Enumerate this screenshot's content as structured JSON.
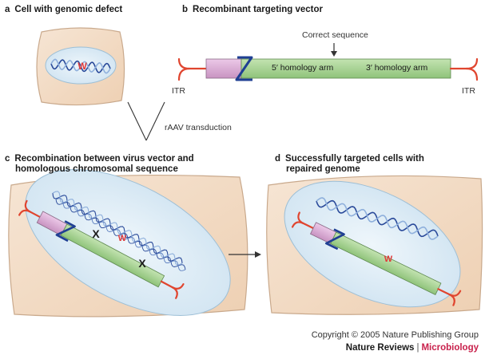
{
  "panels": {
    "a": {
      "letter": "a",
      "title": "Cell with genomic defect"
    },
    "b": {
      "letter": "b",
      "title": "Recombinant targeting vector"
    },
    "c": {
      "letter": "c",
      "title_line1": "Recombination between virus vector and",
      "title_line2": "homologous chromosomal sequence"
    },
    "d": {
      "letter": "d",
      "title_line1": "Successfully targeted cells with",
      "title_line2": "repaired genome"
    }
  },
  "vector": {
    "correct_sequence_label": "Correct sequence",
    "arm_5_label": "5′ homology arm",
    "arm_3_label": "3′ homology arm",
    "itr_left_label": "ITR",
    "itr_right_label": "ITR"
  },
  "arrows": {
    "transduction_label": "rAAV transduction"
  },
  "markers": {
    "defect_letter": "W",
    "crossover_mark": "X",
    "repaired_letter": "W"
  },
  "footer": {
    "copyright": "Copyright © 2005 Nature Publishing Group",
    "journal_name": "Nature Reviews",
    "journal_separator": "|",
    "journal_section": "Microbiology"
  },
  "colors": {
    "cell_fill": "#f3dcc6",
    "cell_stroke": "#c9a98c",
    "nucleus_fill": "#dcecf6",
    "nucleus_stroke": "#9dbfd6",
    "green_arm": "#a6d192",
    "purple_segment": "#d9a9d3",
    "itr_red": "#e0452f",
    "z_blue": "#1f3f93",
    "defect_red": "#e03a3a",
    "dna_dark": "#2a4a9a",
    "dna_light": "#8fb0dc",
    "microbiology_pink": "#c8204b"
  }
}
